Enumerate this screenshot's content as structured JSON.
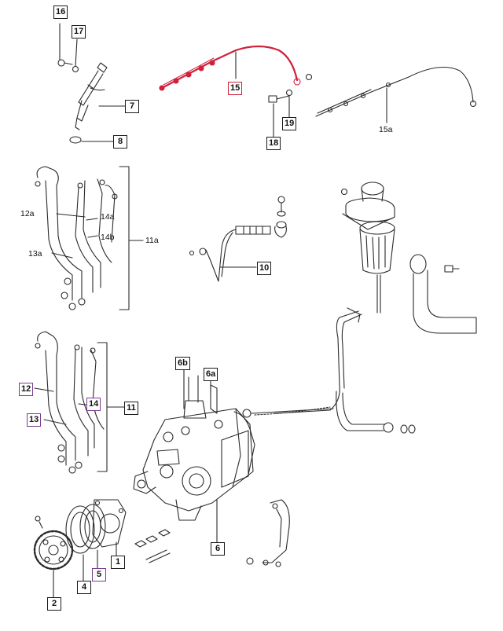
{
  "callouts": [
    {
      "id": "c16",
      "label": "16",
      "style": "box"
    },
    {
      "id": "c17",
      "label": "17",
      "style": "box"
    },
    {
      "id": "c7",
      "label": "7",
      "style": "box"
    },
    {
      "id": "c8",
      "label": "8",
      "style": "box"
    },
    {
      "id": "c15",
      "label": "15",
      "style": "box-red"
    },
    {
      "id": "c18",
      "label": "18",
      "style": "box"
    },
    {
      "id": "c19",
      "label": "19",
      "style": "box"
    },
    {
      "id": "c15a",
      "label": "15a",
      "style": "text"
    },
    {
      "id": "c12a",
      "label": "12a",
      "style": "text"
    },
    {
      "id": "c14a",
      "label": "14a",
      "style": "text"
    },
    {
      "id": "c14b",
      "label": "14b",
      "style": "text"
    },
    {
      "id": "c11a",
      "label": "11a",
      "style": "text"
    },
    {
      "id": "c13a",
      "label": "13a",
      "style": "text"
    },
    {
      "id": "c10",
      "label": "10",
      "style": "box"
    },
    {
      "id": "c12",
      "label": "12",
      "style": "box-purple"
    },
    {
      "id": "c14",
      "label": "14",
      "style": "box-purple"
    },
    {
      "id": "c11",
      "label": "11",
      "style": "box"
    },
    {
      "id": "c13",
      "label": "13",
      "style": "box-purple"
    },
    {
      "id": "c6b",
      "label": "6b",
      "style": "box"
    },
    {
      "id": "c6a",
      "label": "6a",
      "style": "box"
    },
    {
      "id": "c6",
      "label": "6",
      "style": "box"
    },
    {
      "id": "c1",
      "label": "1",
      "style": "box"
    },
    {
      "id": "c5",
      "label": "5",
      "style": "box-purple"
    },
    {
      "id": "c4",
      "label": "4",
      "style": "box"
    },
    {
      "id": "c2",
      "label": "2",
      "style": "box"
    }
  ],
  "colors": {
    "line": "#2a2a2a",
    "highlight_red": "#d0203a",
    "highlight_purple": "#7a3a8f"
  }
}
